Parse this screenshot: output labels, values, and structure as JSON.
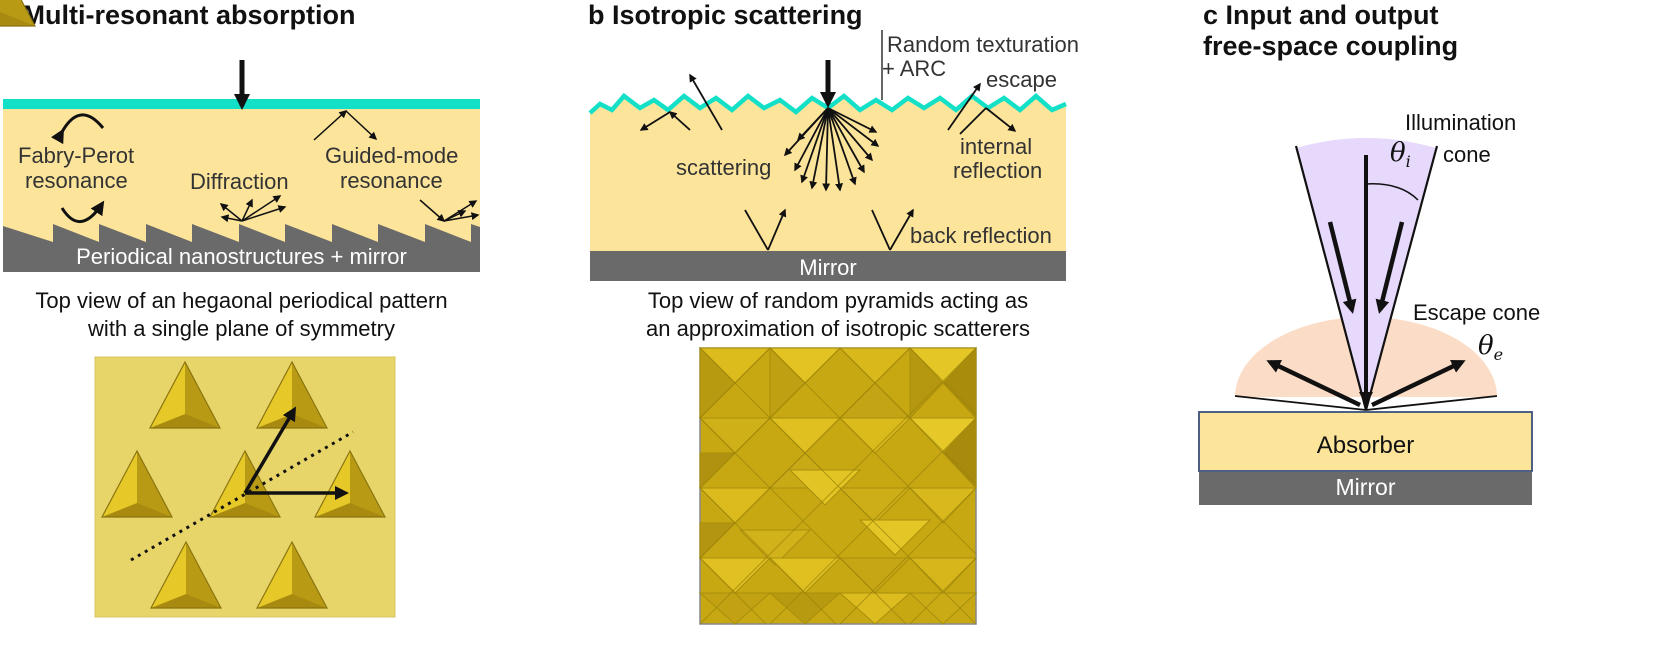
{
  "panel_a": {
    "title": "a Multi-resonant absorption",
    "fabry_perot": "Fabry-Perot",
    "resonance_1": "resonance",
    "diffraction": "Diffraction",
    "guided_mode": "Guided-mode",
    "resonance_2": "resonance",
    "bar_label": "Periodical nanostructures + mirror",
    "caption_line1": "Top view of an hegaonal periodical pattern",
    "caption_line2": "with a single plane of symmetry"
  },
  "panel_b": {
    "title": "b Isotropic scattering",
    "texturation_line1": "Random texturation",
    "texturation_line2": "+ ARC",
    "escape": "escape",
    "scattering": "scattering",
    "internal": "internal",
    "reflection": "reflection",
    "back_reflection": "back reflection",
    "mirror": "Mirror",
    "caption_line1": "Top view of random pyramids acting as",
    "caption_line2": "an approximation of isotropic scatterers"
  },
  "panel_c": {
    "title_line1": "c Input and output",
    "title_line2": "free-space coupling",
    "illumination": "Illumination",
    "cone": "cone",
    "theta_i": "θ",
    "theta_i_sub": "i",
    "escape_cone": "Escape cone",
    "theta_e": "θ",
    "theta_e_sub": "e",
    "absorber": "Absorber",
    "mirror": "Mirror"
  },
  "colors": {
    "absorber": "#fce59b",
    "arc": "#14e0c8",
    "mirror": "#6e6e6e",
    "pyramid_bg": "#e8d56a",
    "pyramid": "#d4b21c",
    "illumination": "#e6d9fb",
    "escape": "#fbdcc6"
  }
}
